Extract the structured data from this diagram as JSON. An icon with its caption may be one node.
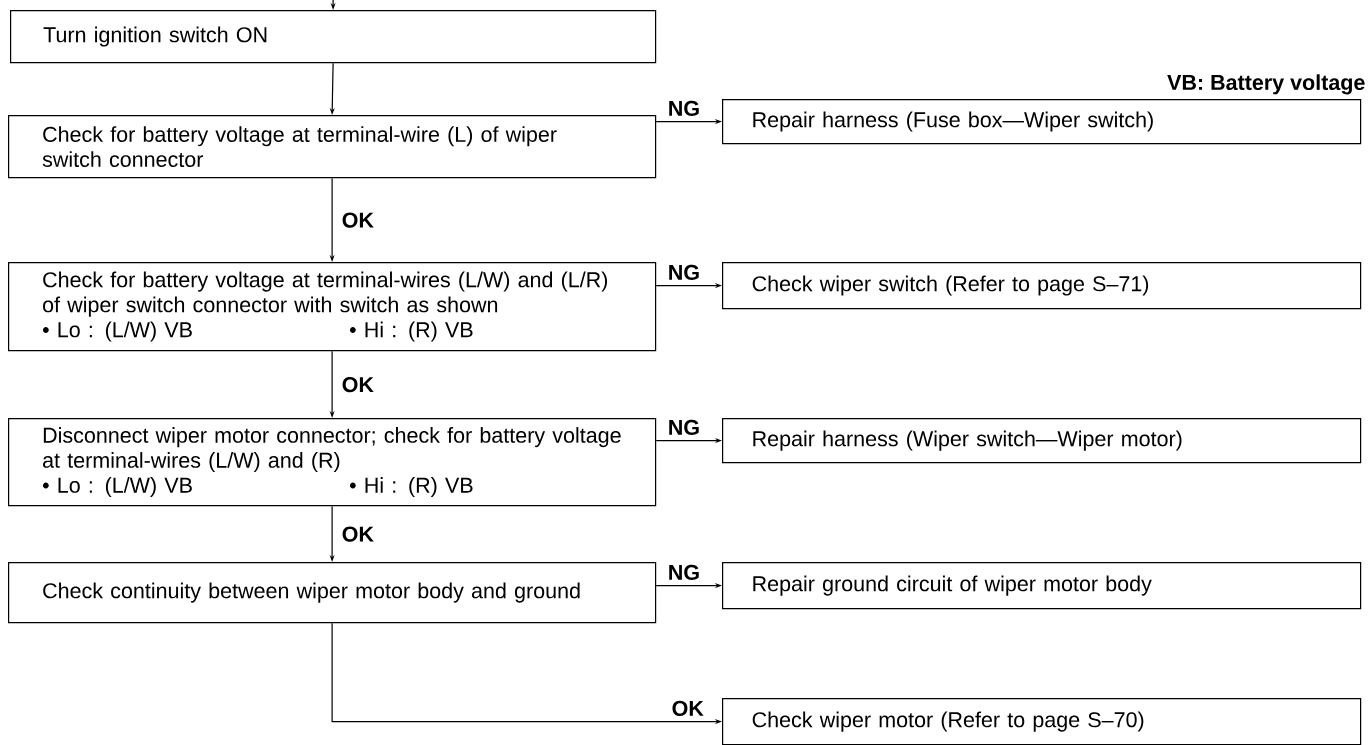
{
  "diagram": {
    "nodes": [
      {
        "text": [
          "Turn ignition switch ON"
        ]
      },
      {
        "text": [
          "Check for battery voltage at terminal-wire (L) of wiper switch connector"
        ]
      },
      {
        "text": [
          "Repair harness (Fuse box—Wiper switch)"
        ]
      },
      {
        "text": [
          "Check for battery voltage at terminal-wires (L/W) and (L/R) of wiper switch connector with switch as shown",
          "• Lo : (L/W) VB",
          "• Hi : (R) VB"
        ]
      },
      {
        "text": [
          "Check wiper switch (Refer to page S–71)"
        ]
      },
      {
        "text": [
          "Disconnect wiper motor connector; check for battery voltage at terminal-wires (L/W) and (R)",
          "• Lo : (L/W) VB",
          "• Hi : (R) VB"
        ]
      },
      {
        "text": [
          "Repair harness (Wiper switch—Wiper motor)"
        ]
      },
      {
        "text": [
          "Check continuity between wiper motor body and ground"
        ]
      },
      {
        "text": [
          "Repair ground circuit of wiper motor body"
        ]
      },
      {
        "text": [
          "Check wiper motor (Refer to page S–70)"
        ]
      }
    ],
    "edges": [
      {
        "from": null,
        "to": 0,
        "arrow": "to"
      },
      {
        "from": 0,
        "to": 1,
        "arrow": "to"
      },
      {
        "from": 1,
        "to": 2,
        "arrow": "to",
        "label": "NG"
      },
      {
        "from": 1,
        "to": 3,
        "arrow": "to",
        "label": "OK"
      },
      {
        "from": 3,
        "to": 4,
        "arrow": "to",
        "label": "NG"
      },
      {
        "from": 3,
        "to": 5,
        "arrow": "to",
        "label": "OK"
      },
      {
        "from": 5,
        "to": 6,
        "arrow": "to",
        "label": "NG"
      },
      {
        "from": 5,
        "to": 7,
        "arrow": "to",
        "label": "OK"
      },
      {
        "from": 7,
        "to": 8,
        "arrow": "to",
        "label": "NG"
      },
      {
        "from": 7,
        "to": 9,
        "arrow": "to",
        "label": "OK"
      }
    ],
    "labels": [
      "VB: Battery voltage"
    ]
  }
}
